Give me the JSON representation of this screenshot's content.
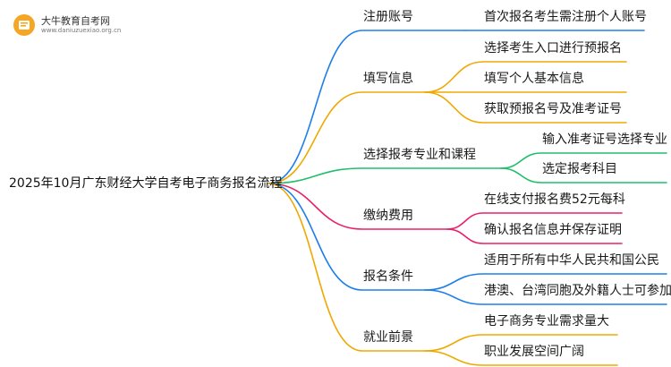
{
  "logo": {
    "name": "大牛教育自考网",
    "url": "www.daniuzuexiao.org.cn"
  },
  "root": "2025年10月广东财经大学自考电子商务报名流程",
  "branches": [
    {
      "label": "注册账号",
      "color": "#1e7ee8",
      "children": [
        "首次报名考生需注册个人账号"
      ]
    },
    {
      "label": "填写信息",
      "color": "#f0a800",
      "children": [
        "选择考生入口进行预报名",
        "填写个人基本信息",
        "获取预报名号及准考证号"
      ]
    },
    {
      "label": "选择报考专业和课程",
      "color": "#1fbf6a",
      "children": [
        "输入准考证号选择专业",
        "选定报考科目"
      ]
    },
    {
      "label": "缴纳费用",
      "color": "#e8206a",
      "children": [
        "在线支付报名费52元每科",
        "确认报名信息并保存证明"
      ]
    },
    {
      "label": "报名条件",
      "color": "#1e7ee8",
      "children": [
        "适用于所有中华人民共和国公民",
        "港澳、台湾同胞及外籍人士可参加"
      ]
    },
    {
      "label": "就业前景",
      "color": "#f0a800",
      "children": [
        "电子商务专业需求量大",
        "职业发展空间广阔"
      ]
    }
  ]
}
